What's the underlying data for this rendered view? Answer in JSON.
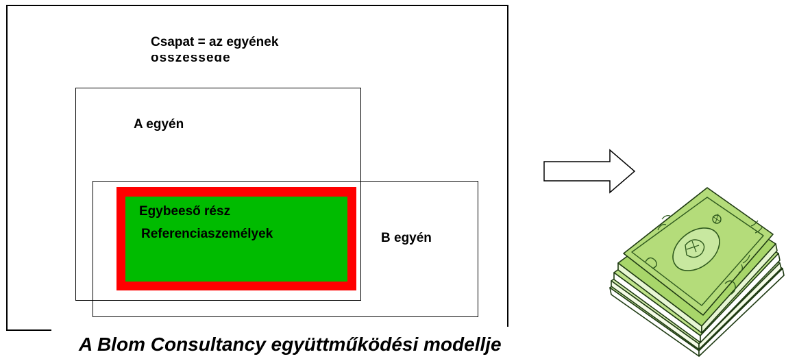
{
  "diagram": {
    "team_label": "Csapat = az egyének",
    "team_label_cut": "összessége",
    "box_a_label": "A egyén",
    "box_b_label": "B egyén",
    "overlap_line_1": "Egybeeső rész",
    "overlap_line_2": "Referenciaszemélyek",
    "caption": "A Blom Consultancy együttműködési modellje"
  },
  "icons": {
    "arrow": "right-arrow-icon",
    "money": "money-stack-icon"
  },
  "colors": {
    "overlap_border": "#ff0000",
    "overlap_fill": "#00bb00",
    "money_green": "#a8d66a",
    "money_dark": "#2f5a1e"
  }
}
